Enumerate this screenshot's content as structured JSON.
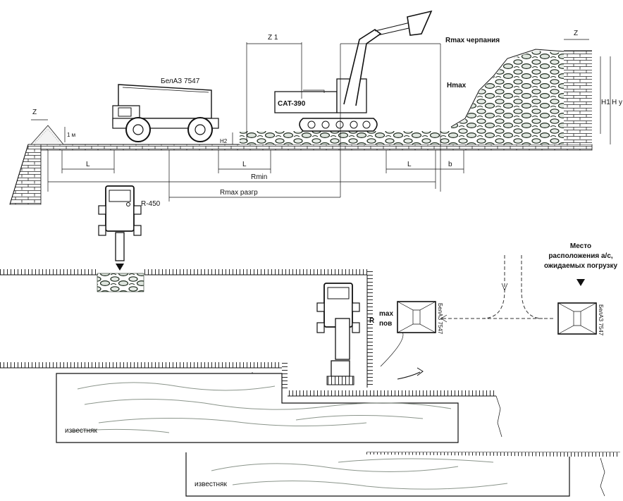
{
  "labels": {
    "belaz_model": "БелАЗ 7547",
    "belaz_model_rot": "БелАЗ 7547",
    "excavator_model": "CAT-390",
    "ripper_model": "R-450",
    "z": "Z",
    "z1": "Z 1",
    "one_m": "1 м",
    "h2": "H2",
    "l": "L",
    "b": "b",
    "rmin": "Rmin",
    "rmax_razgr": "Rmax разгр",
    "rmax_cherpaniya": "Rmax черпания",
    "hmax": "Hmax",
    "h1": "H1",
    "hy": "H у",
    "r_letter": "R",
    "max_word": "max",
    "pov_word": "пов",
    "place_line1": "Место",
    "place_line2": "расположения а/с,",
    "place_line3": "ожидаемых погрузку",
    "rock": "известняк"
  }
}
